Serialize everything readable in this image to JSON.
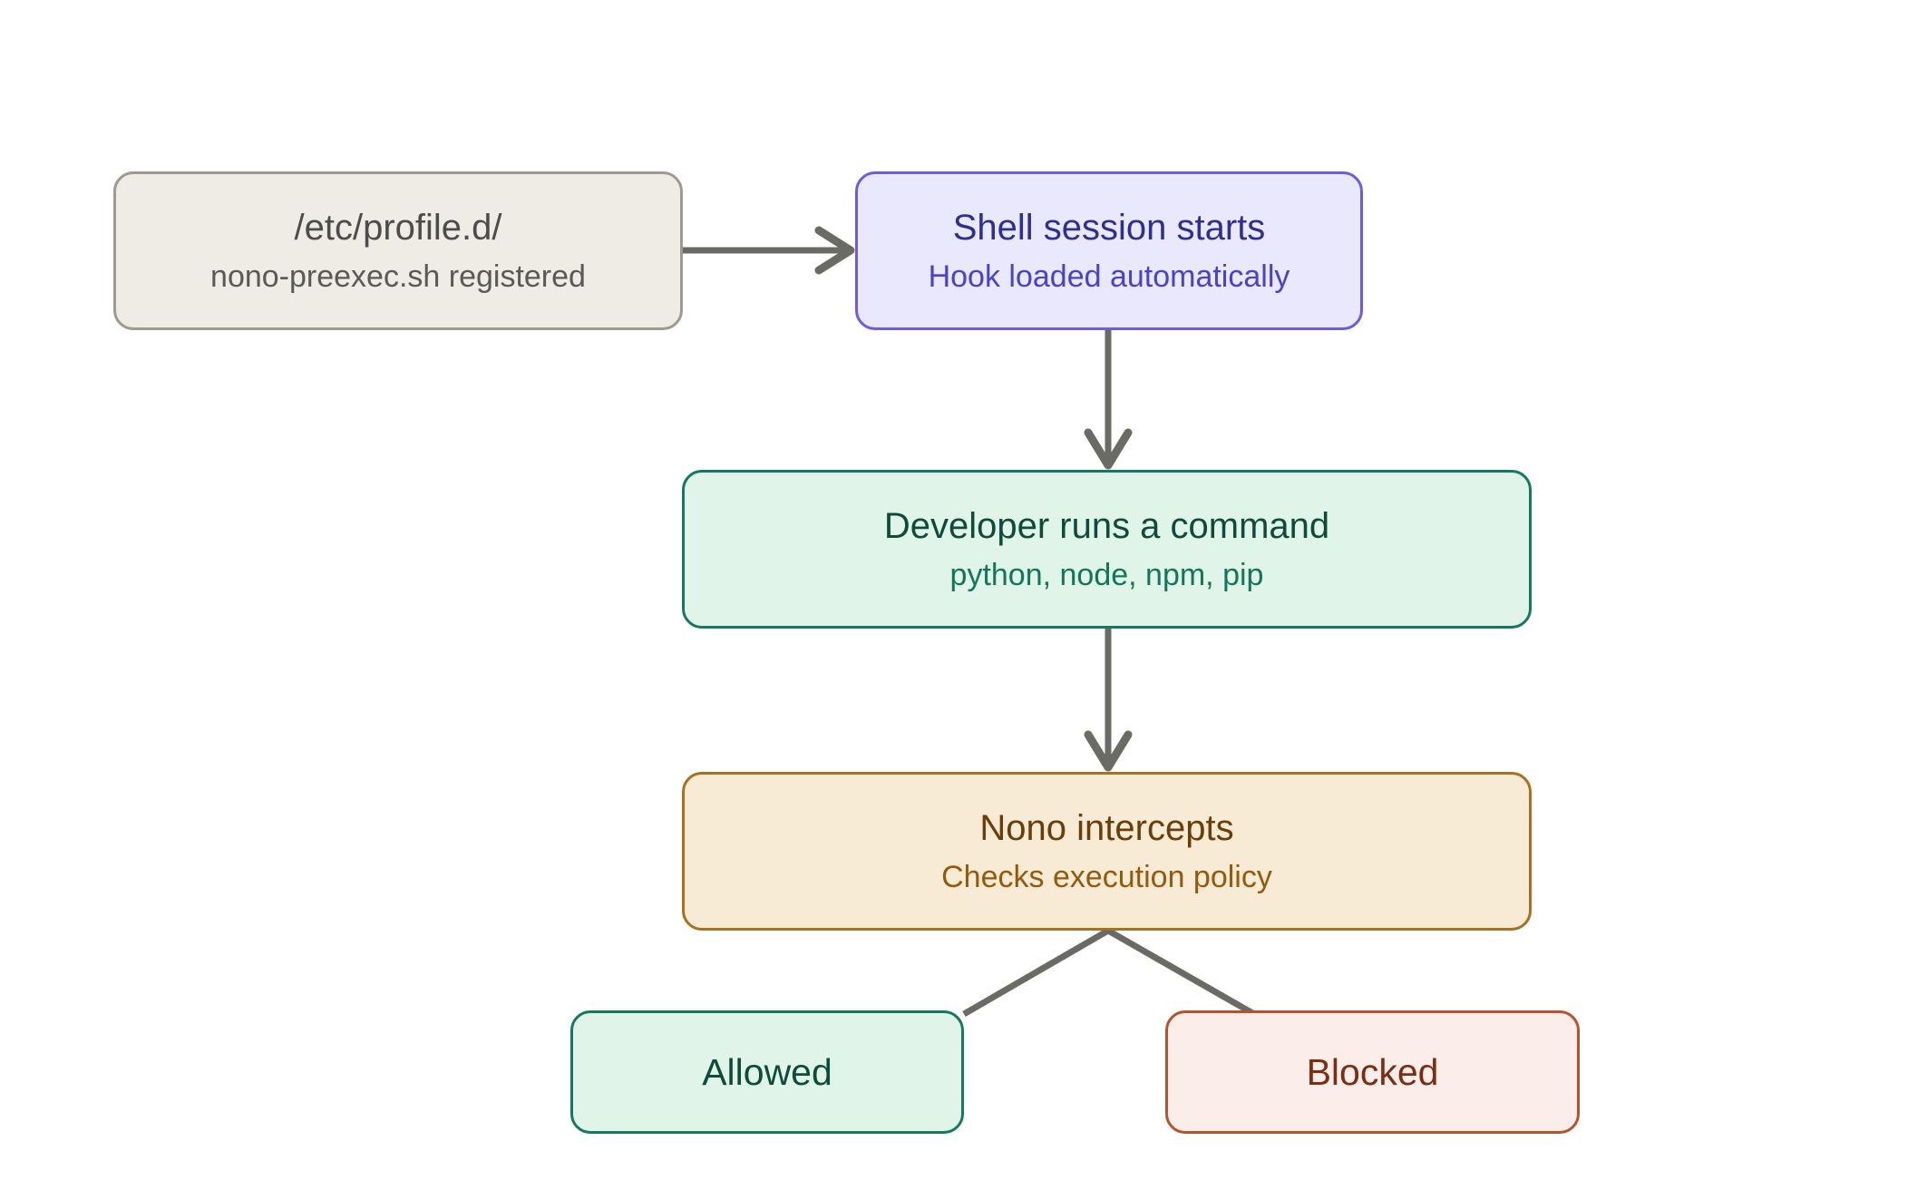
{
  "diagram": {
    "type": "flowchart",
    "direction": "top-down",
    "background_color": "#ffffff",
    "edge_color": "#6b6b66",
    "nodes": [
      {
        "id": "profile-d",
        "title": "/etc/profile.d/",
        "subtitle": "nono-preexec.sh registered",
        "fill": "#efece5",
        "stroke": "#9e9a90",
        "title_color": "#4c4c4c",
        "subtitle_color": "#595959"
      },
      {
        "id": "shell-session",
        "title": "Shell session starts",
        "subtitle": "Hook loaded automatically",
        "fill": "#e9e8fc",
        "stroke": "#6c5ce0",
        "title_color": "#2f2f91",
        "subtitle_color": "#4b42c8"
      },
      {
        "id": "developer-command",
        "title": "Developer runs a command",
        "subtitle": "python, node, npm, pip",
        "fill": "#e1f4ea",
        "stroke": "#16785f",
        "title_color": "#0d4b3a",
        "subtitle_color": "#11765a"
      },
      {
        "id": "nono-intercepts",
        "title": "Nono intercepts",
        "subtitle": "Checks execution policy",
        "fill": "#f8ebd6",
        "stroke": "#a9711f",
        "title_color": "#6b3d07",
        "subtitle_color": "#95590c"
      },
      {
        "id": "allowed",
        "title": "Allowed",
        "subtitle": "",
        "fill": "#e1f4ea",
        "stroke": "#16785f",
        "title_color": "#0d4b3a",
        "subtitle_color": ""
      },
      {
        "id": "blocked",
        "title": "Blocked",
        "subtitle": "",
        "fill": "#fbeeea",
        "stroke": "#b4532c",
        "title_color": "#7d2d12",
        "subtitle_color": ""
      }
    ],
    "edges": [
      {
        "from": "profile-d",
        "to": "shell-session",
        "arrow": true,
        "label": ""
      },
      {
        "from": "shell-session",
        "to": "developer-command",
        "arrow": true,
        "label": ""
      },
      {
        "from": "developer-command",
        "to": "nono-intercepts",
        "arrow": true,
        "label": ""
      },
      {
        "from": "nono-intercepts",
        "to": "allowed",
        "arrow": false,
        "label": ""
      },
      {
        "from": "nono-intercepts",
        "to": "blocked",
        "arrow": false,
        "label": ""
      }
    ]
  }
}
